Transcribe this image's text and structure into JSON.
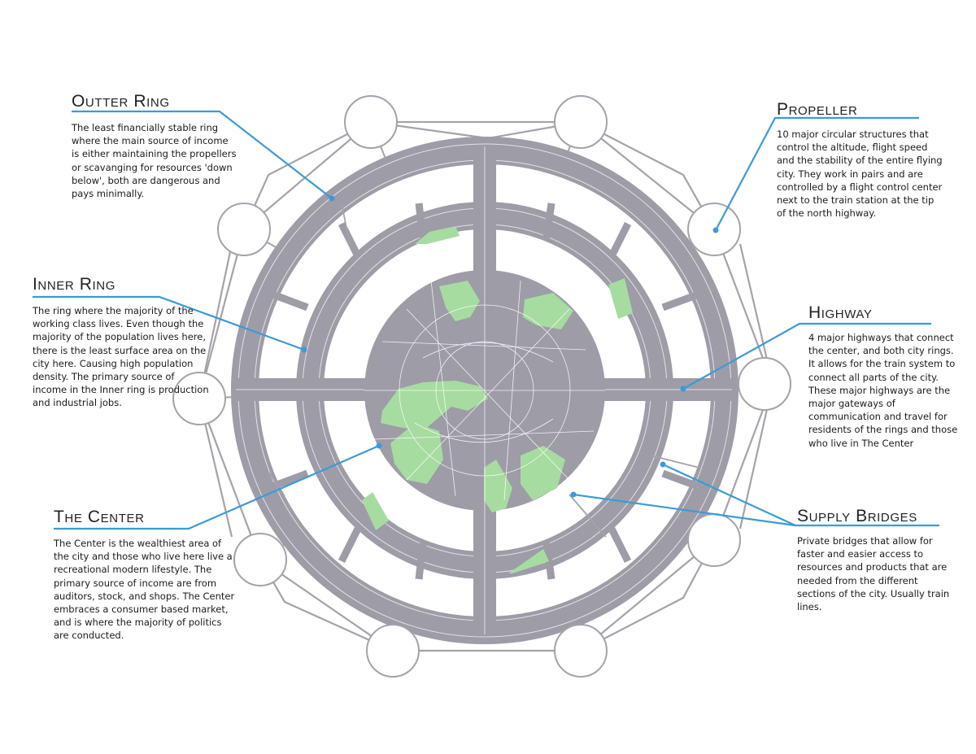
{
  "colors": {
    "city_gray": "#9d9ca7",
    "green_space": "#a6dca0",
    "leader_blue": "#3b9bd7",
    "outline_gray": "#a3a3ab",
    "propeller_fill": "#ffffff"
  },
  "labels": {
    "outter_ring": {
      "title": "Outter Ring",
      "text": "The least financially stable ring where the main source of income is either maintaining the propellers or scavanging for resources 'down below', both are dangerous and pays minimally."
    },
    "inner_ring": {
      "title": "Inner Ring",
      "text": "The ring where the majority of the working class lives. Even though the majority of the population lives here, there is the least surface area on the city here. Causing high population density. The primary source of income in the Inner ring is production and industrial jobs."
    },
    "the_center": {
      "title": "The Center",
      "text": "The Center is the wealthiest area of the city and those who live here live a recreational modern lifestyle. The primary source of income are from auditors, stock, and shops. The Center embraces a consumer based market, and is where the majority of politics are conducted."
    },
    "propeller": {
      "title": "Propeller",
      "text": "10 major circular structures that control the altitude, flight speed and the stability of the entire flying city. They work in pairs and are controlled by a flight control center next to the train station at the tip of the north highway."
    },
    "highway": {
      "title": "Highway",
      "text": "4 major highways that connect the center, and both city rings. It allows for the train system to connect all parts of the city. These major highways are the major gateways of communication and travel for residents of the rings and those who live in The Center"
    },
    "supply_bridges": {
      "title": "Supply Bridges",
      "text": "Private bridges that allow for faster and easier access to resources and products that are needed from the different sections of the city. Usually train lines."
    }
  }
}
